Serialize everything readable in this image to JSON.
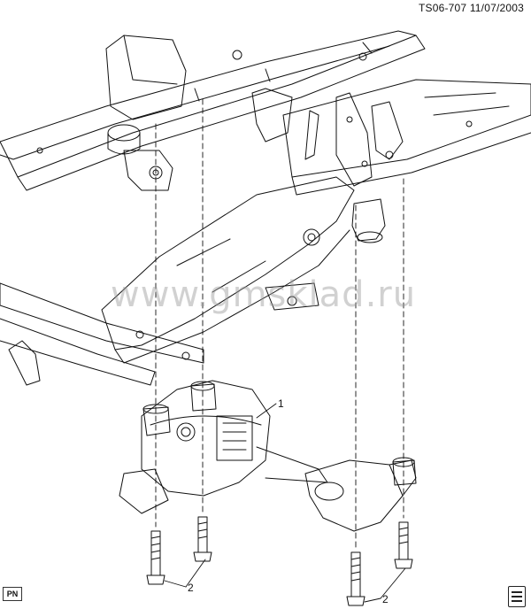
{
  "header": {
    "code": "TS06-707",
    "date": "11/07/2003"
  },
  "watermark": "www.gmsklad.ru",
  "callouts": {
    "differential": "1",
    "bolts": "2"
  },
  "pn_box": "PN",
  "icons": {
    "spec_icon": "spec-sheet-icon"
  }
}
